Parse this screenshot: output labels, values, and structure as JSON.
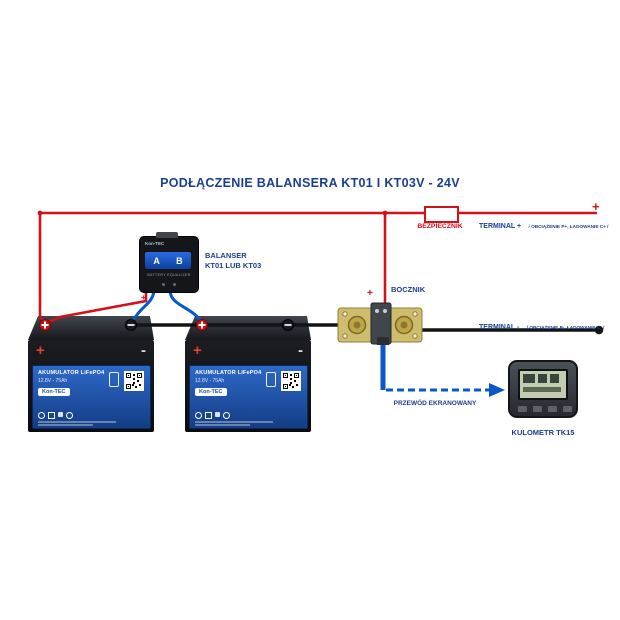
{
  "title": "PODŁĄCZENIE BALANSERA KT01 I KT03V - 24V",
  "signs": {
    "plus": "+",
    "minus": "-"
  },
  "fuse": {
    "label": "BEZPIECZNIK"
  },
  "terminals": {
    "plus": {
      "name": "TERMINAL +",
      "detail": "/ OBCIĄŻENIE  P+, ŁADOWANIE C+ /"
    },
    "minus": {
      "name": "TERMINAL -",
      "detail": "/ OBCIĄŻENIE  P-, ŁADOWANIE C- /"
    }
  },
  "balanser": {
    "brand": "Kon-TEC",
    "ports": "A B",
    "tagline": "BATTERY EQUALIZER",
    "label_line1": "BALANSER",
    "label_line2": "KT01 LUB KT03"
  },
  "shunt": {
    "label": "BOCZNIK"
  },
  "cable": {
    "label": "PRZEWÓD EKRANOWANY"
  },
  "meter": {
    "label": "KULOMETR TK15"
  },
  "battery": {
    "title": "AKUMULATOR LiFePO4",
    "spec": "12.8V - 75Ah",
    "brand": "Kon-TEC"
  },
  "colors": {
    "accent_blue": "#1c3e90",
    "wire_red": "#d31118",
    "wire_blue": "#0a57c8",
    "wire_black": "#141414"
  }
}
